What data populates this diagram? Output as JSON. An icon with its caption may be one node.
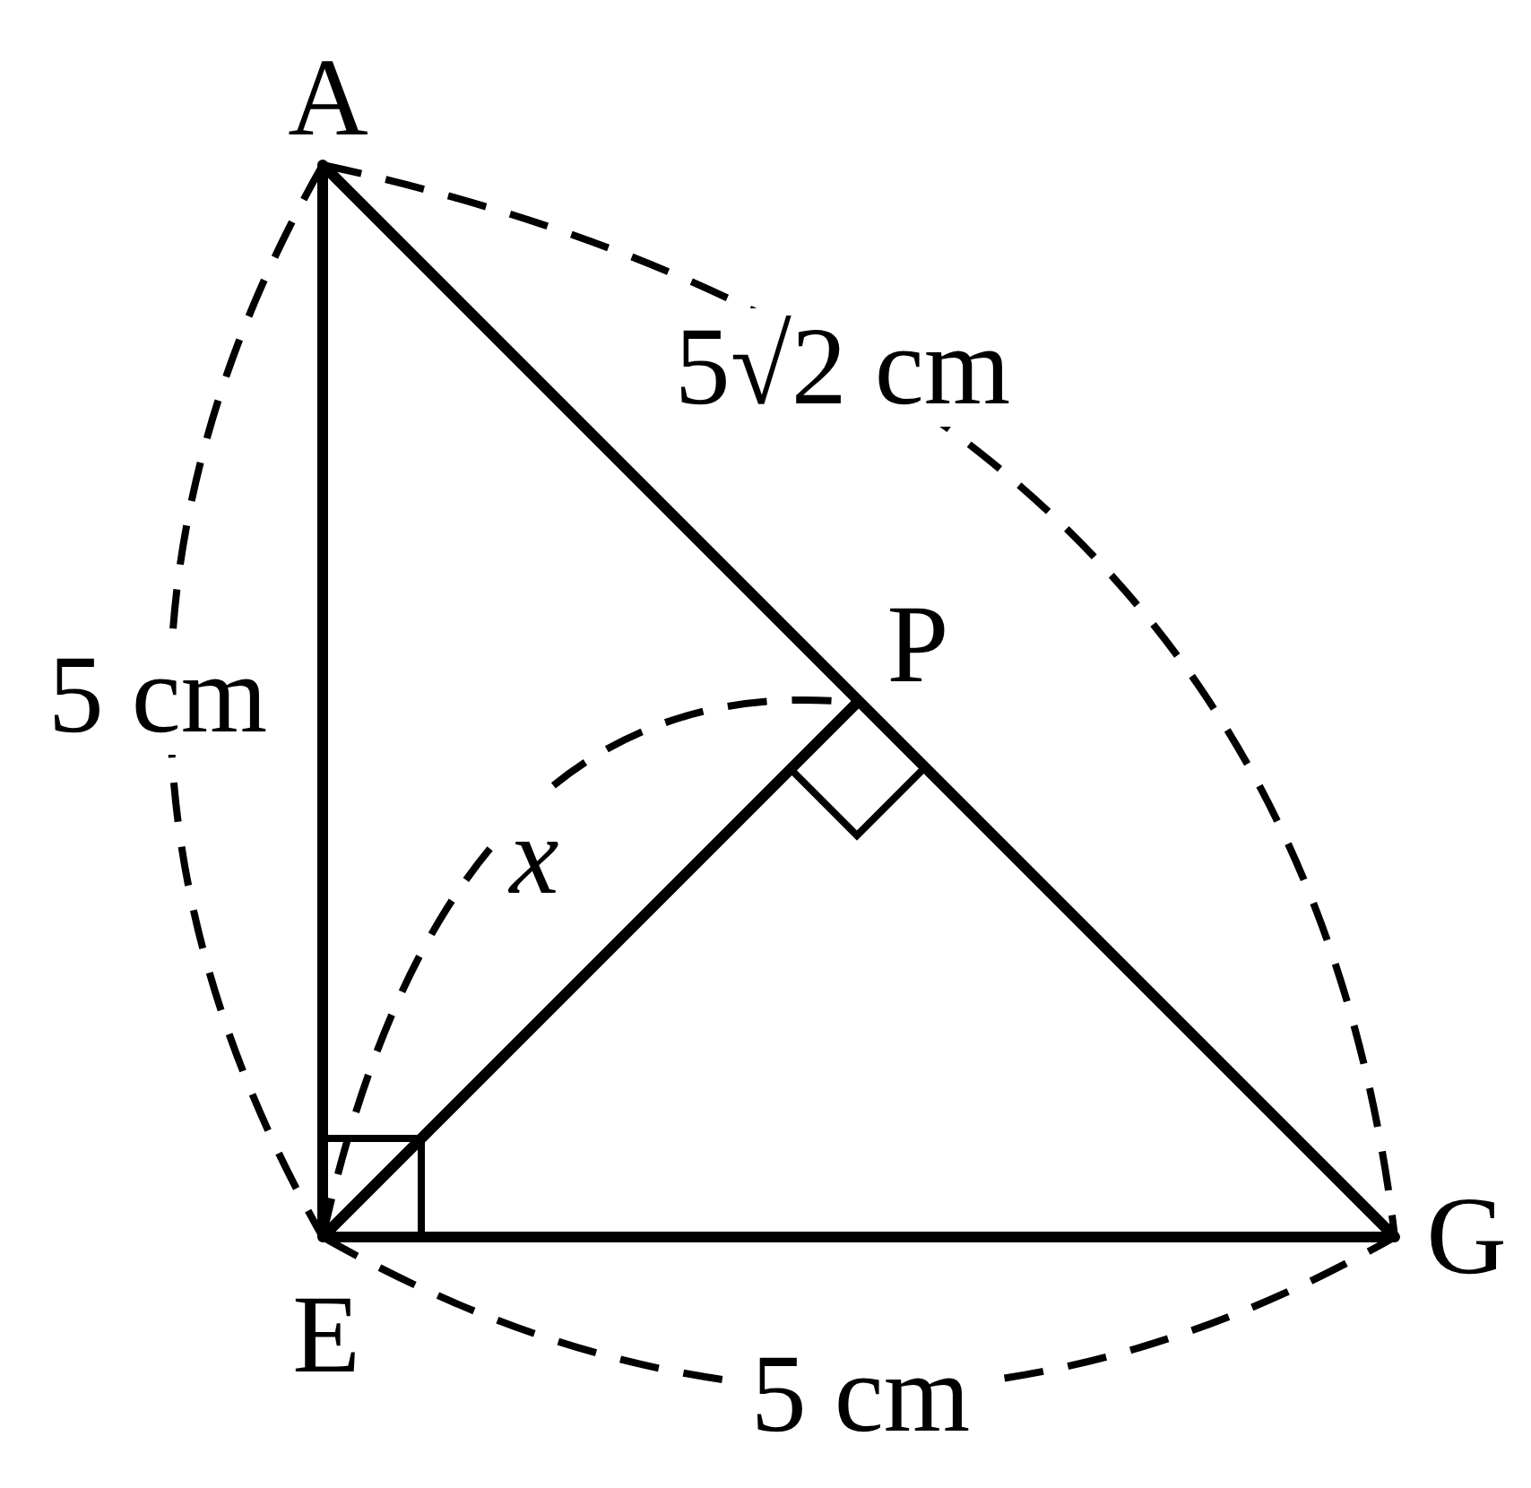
{
  "diagram": {
    "labels": [
      "A",
      "5√2 cm",
      "P",
      "5 cm",
      "x",
      "E",
      "5 cm",
      "G"
    ]
  }
}
